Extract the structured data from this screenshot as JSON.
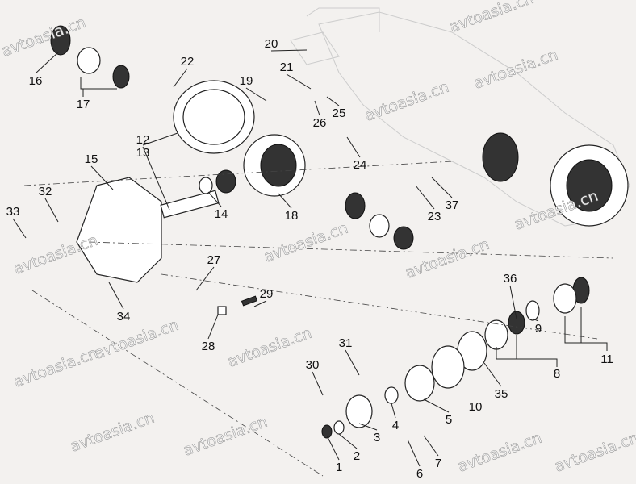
{
  "diagram": {
    "title": "Drive axle differential and hub exploded view",
    "parts": [
      "1",
      "2",
      "3",
      "4",
      "5",
      "6",
      "7",
      "8",
      "9",
      "10",
      "11",
      "12",
      "13",
      "14",
      "15",
      "16",
      "17",
      "18",
      "19",
      "20",
      "21",
      "22",
      "23",
      "24",
      "25",
      "26",
      "27",
      "28",
      "29",
      "30",
      "31",
      "32",
      "33",
      "34",
      "35",
      "36",
      "37"
    ],
    "watermark": "avtoasia.cn"
  }
}
